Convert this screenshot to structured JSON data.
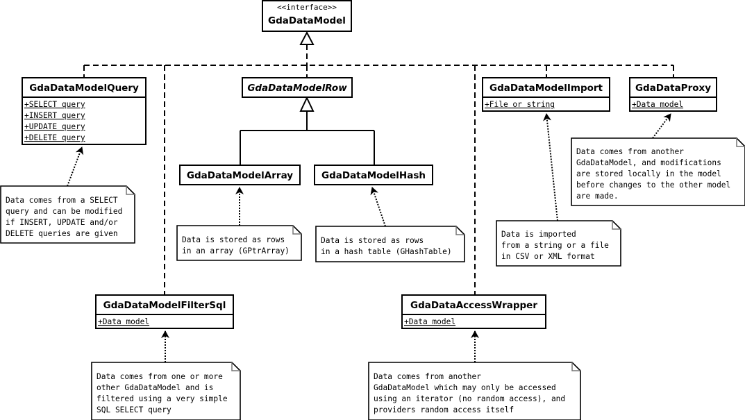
{
  "interface": {
    "stereotype": "<<interface>>",
    "name": "GdaDataModel"
  },
  "classes": {
    "query": {
      "name": "GdaDataModelQuery",
      "attributes": [
        "+SELECT query",
        "+INSERT query",
        "+UPDATE query",
        "+DELETE query"
      ]
    },
    "row": {
      "name": "GdaDataModelRow",
      "abstract": true
    },
    "array": {
      "name": "GdaDataModelArray"
    },
    "hash": {
      "name": "GdaDataModelHash"
    },
    "import": {
      "name": "GdaDataModelImport",
      "attributes": [
        "+File or string"
      ]
    },
    "proxy": {
      "name": "GdaDataProxy",
      "attributes": [
        "+Data model"
      ]
    },
    "filtersql": {
      "name": "GdaDataModelFilterSql",
      "attributes": [
        "+Data model"
      ]
    },
    "accesswrapper": {
      "name": "GdaDataAccessWrapper",
      "attributes": [
        "+Data model"
      ]
    }
  },
  "notes": {
    "query": [
      "Data comes from a SELECT",
      "query and can be modified",
      "if INSERT, UPDATE and/or",
      "DELETE queries are given"
    ],
    "array": [
      "Data is stored as rows",
      "in an array (GPtrArray)"
    ],
    "hash": [
      "Data is stored as rows",
      "in a hash table (GHashTable)"
    ],
    "import": [
      "Data is imported",
      "from a string or a file",
      "in CSV or XML format"
    ],
    "proxy": [
      "Data comes from another",
      "GdaDataModel, and modifications",
      "are stored locally in the model",
      "before changes to the other model",
      "are made."
    ],
    "filtersql": [
      "Data comes from one or more",
      "other GdaDataModel and is",
      "filtered using a very simple",
      "SQL SELECT query"
    ],
    "accesswrapper": [
      "Data comes from another",
      "GdaDataModel which may only be accessed",
      "using an iterator (no random access), and",
      "providers random access itself"
    ]
  }
}
